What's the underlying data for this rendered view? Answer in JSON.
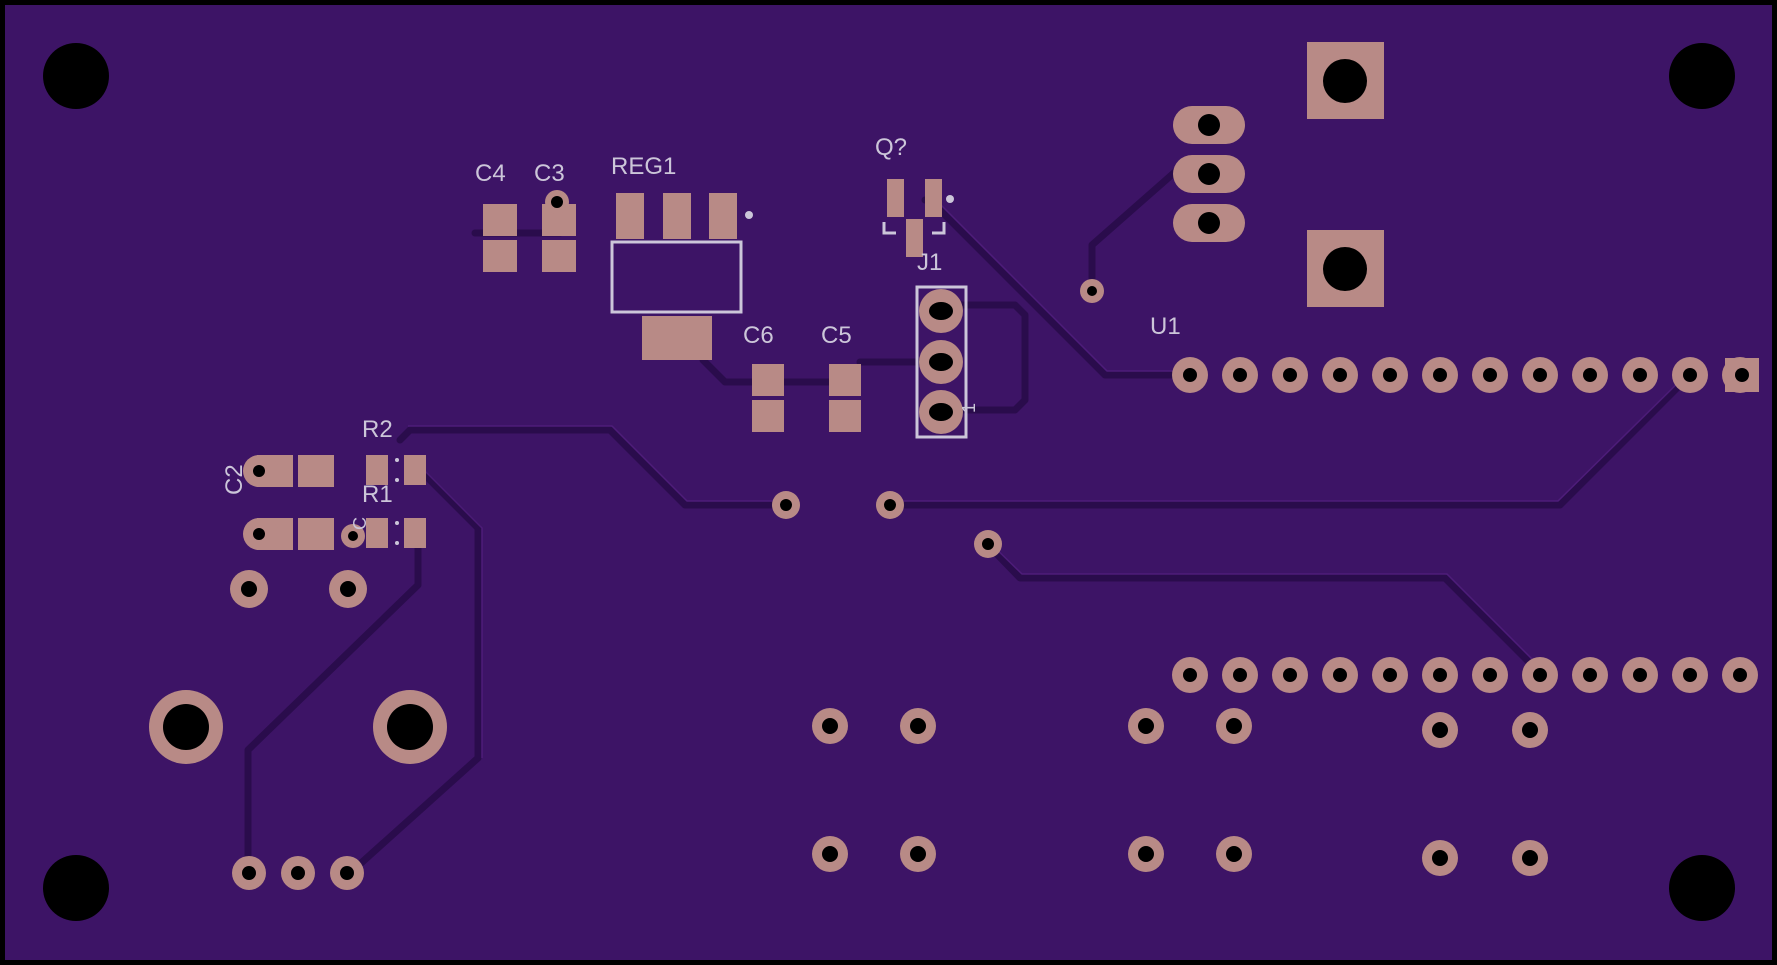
{
  "board": {
    "colors": {
      "outline": "#000000",
      "soldermask": "#3d1466",
      "trace": "#2e0f52",
      "trace_edge": "#4d1f7a",
      "copper": "#b88a86",
      "silkscreen": "#ccc6d9",
      "drill": "#000000"
    },
    "labels": {
      "c4": "C4",
      "c3": "C3",
      "reg1": "REG1",
      "q": "Q?",
      "j1": "J1",
      "j1_pin1": "1",
      "c6": "C6",
      "c5": "C5",
      "u1": "U1",
      "r2": "R2",
      "r1": "R1",
      "c2": "C2",
      "c1": "C"
    }
  }
}
